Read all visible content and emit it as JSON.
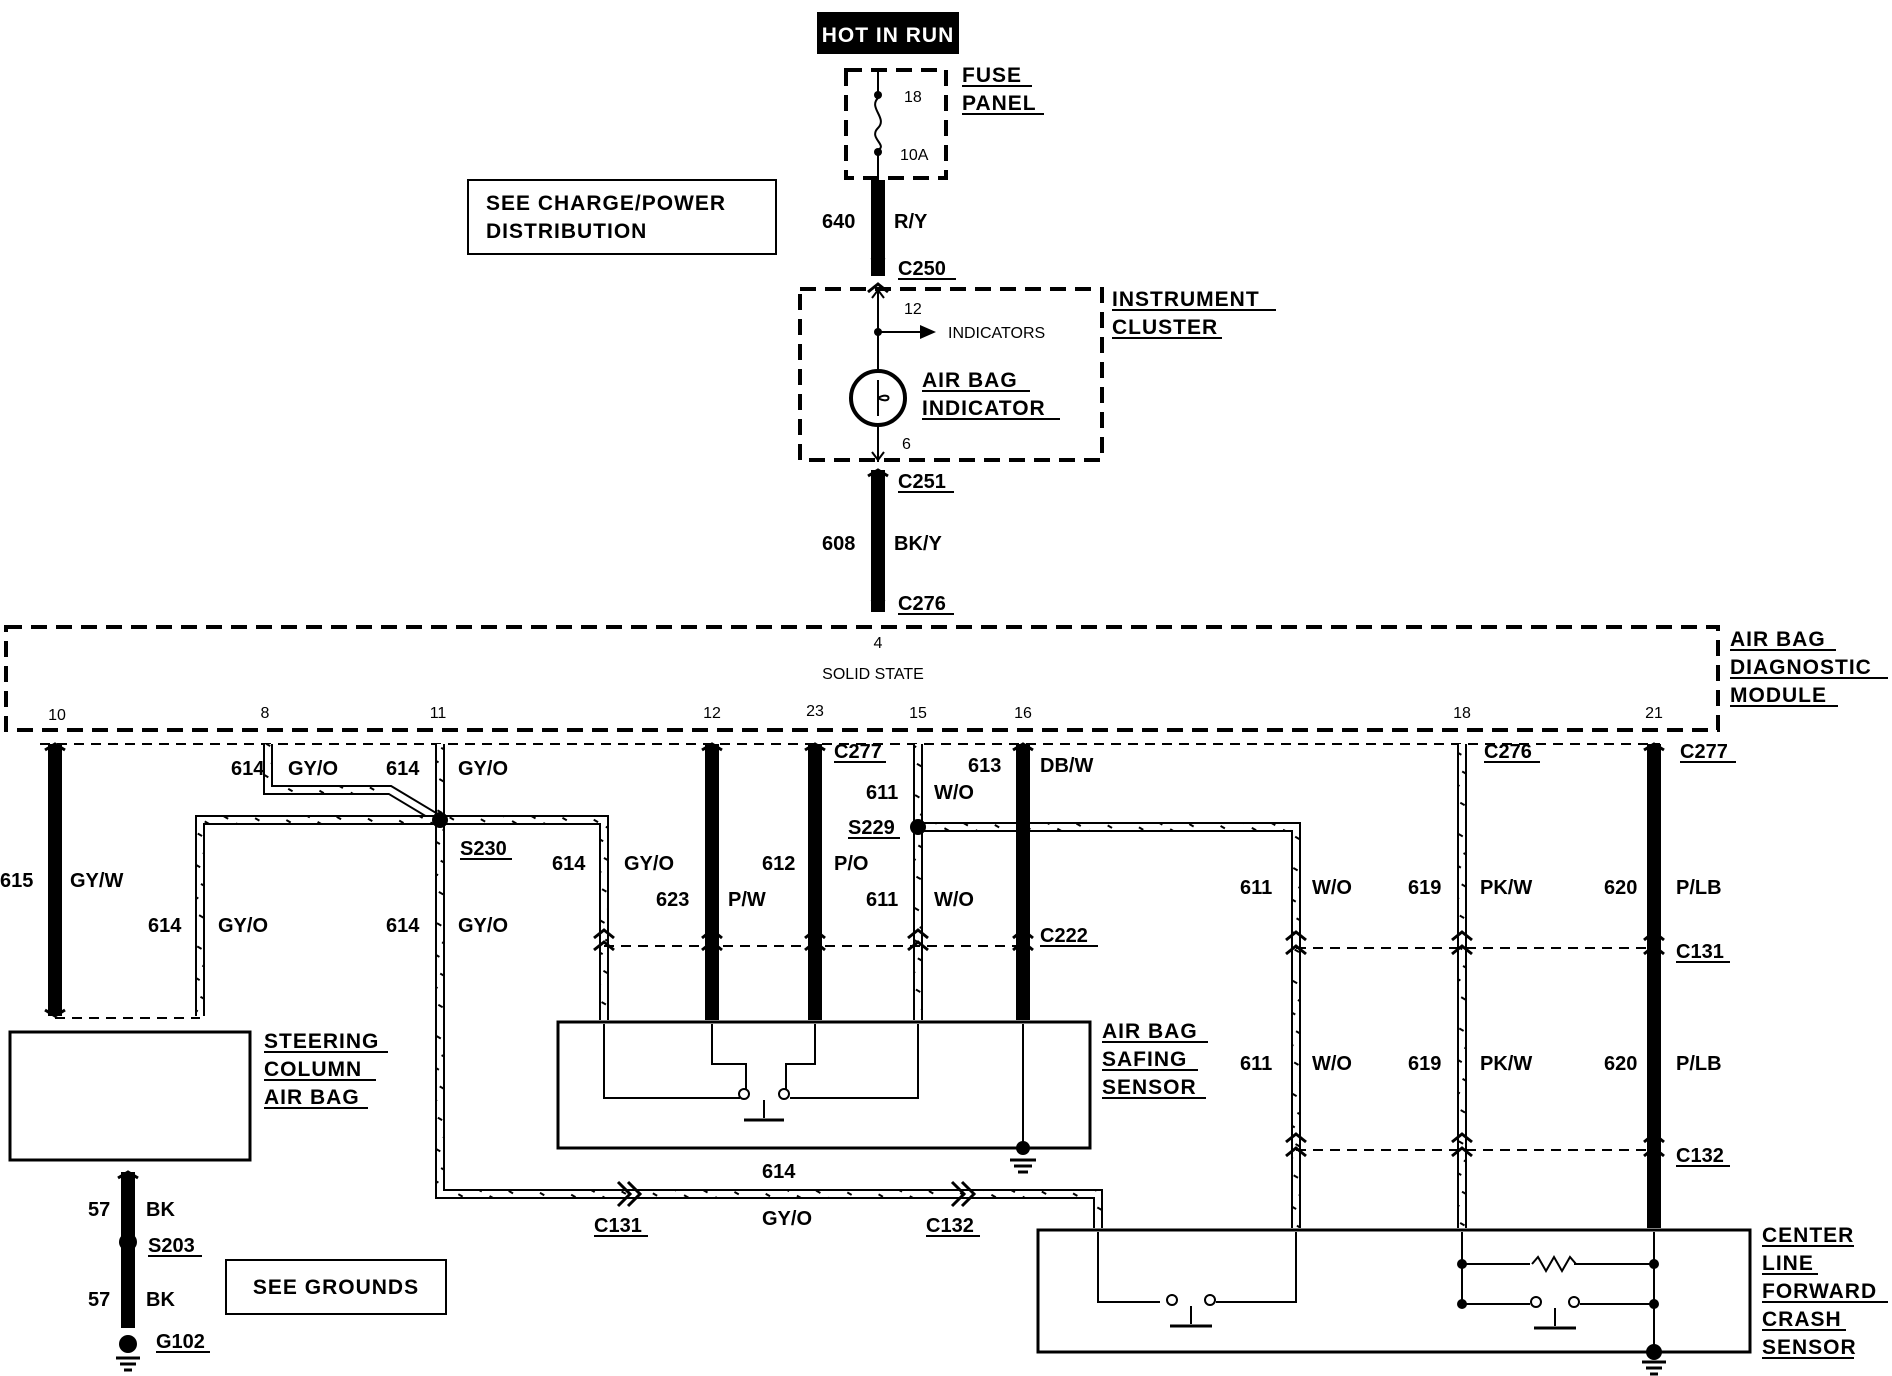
{
  "power": {
    "hot_in_run": "HOT IN RUN",
    "fuse_panel": [
      "FUSE",
      "PANEL"
    ],
    "fuse_number": "18",
    "fuse_rating": "10A",
    "see_charge": [
      "SEE CHARGE/POWER",
      "DISTRIBUTION"
    ],
    "wire_640_num": "640",
    "wire_640_color": "R/Y",
    "c250": "C250"
  },
  "cluster": {
    "name": [
      "INSTRUMENT",
      "CLUSTER"
    ],
    "pin_top": "12",
    "indicators": "INDICATORS",
    "air_bag_indicator": [
      "AIR BAG",
      "INDICATOR"
    ],
    "pin_bottom": "6",
    "c251": "C251",
    "wire_608_num": "608",
    "wire_608_color": "BK/Y",
    "c276_top": "C276"
  },
  "module": {
    "name": [
      "AIR BAG",
      "DIAGNOSTIC",
      "MODULE"
    ],
    "solid_state": "SOLID STATE",
    "pin_4": "4",
    "pins": [
      "10",
      "8",
      "11",
      "12",
      "23",
      "15",
      "16",
      "18",
      "21"
    ]
  },
  "wires": {
    "w615_num": "615",
    "w615_color": "GY/W",
    "w614_num": "614",
    "gyo": "GY/O",
    "s230": "S230",
    "w623_num": "623",
    "w623_color": "P/W",
    "w612_num": "612",
    "w612_color": "P/O",
    "w611_num": "611",
    "w611_color": "W/O",
    "s229": "S229",
    "w613_num": "613",
    "w613_color": "DB/W",
    "c277": "C277",
    "c222": "C222",
    "c276": "C276",
    "w619_num": "619",
    "w619_color": "PK/W",
    "w620_num": "620",
    "w620_color": "P/LB",
    "c131": "C131",
    "c132": "C132"
  },
  "steering": {
    "name": [
      "STEERING",
      "COLUMN",
      "AIR BAG"
    ],
    "w57_num": "57",
    "w57_color": "BK",
    "s203": "S203",
    "g102": "G102",
    "see_grounds": "SEE GROUNDS"
  },
  "safing": {
    "name": [
      "AIR BAG",
      "SAFING",
      "SENSOR"
    ]
  },
  "crash": {
    "name": [
      "CENTER",
      "LINE",
      "FORWARD",
      "CRASH",
      "SENSOR"
    ]
  }
}
